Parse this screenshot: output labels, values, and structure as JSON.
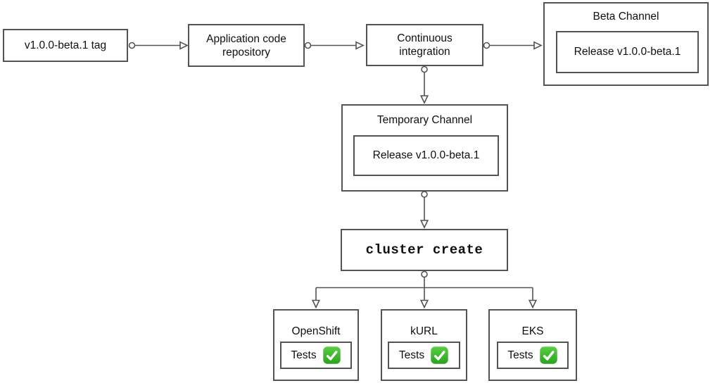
{
  "nodes": {
    "tag": {
      "label": "v1.0.0-beta.1 tag"
    },
    "repo": {
      "label": "Application code repository"
    },
    "ci": {
      "label": "Continuous integration"
    },
    "beta_channel": {
      "title": "Beta Channel",
      "release_label": "Release v1.0.0-beta.1"
    },
    "temporary_channel": {
      "title": "Temporary Channel",
      "release_label": "Release v1.0.0-beta.1"
    },
    "cluster_create": {
      "label": "cluster create"
    },
    "clusters": [
      {
        "title": "OpenShift",
        "tests_label": "Tests",
        "status_icon": "check-mark-button"
      },
      {
        "title": "kURL",
        "tests_label": "Tests",
        "status_icon": "check-mark-button"
      },
      {
        "title": "EKS",
        "tests_label": "Tests",
        "status_icon": "check-mark-button"
      }
    ]
  },
  "edges": [
    {
      "from": "tag",
      "to": "repo",
      "style": "circle-source, open-arrow"
    },
    {
      "from": "repo",
      "to": "ci",
      "style": "circle-source, open-arrow"
    },
    {
      "from": "ci",
      "to": "beta_channel",
      "style": "circle-source, open-arrow"
    },
    {
      "from": "ci",
      "to": "temporary_channel",
      "style": "circle-source, open-arrow"
    },
    {
      "from": "temporary_channel",
      "to": "cluster_create",
      "style": "circle-source, open-arrow"
    },
    {
      "from": "cluster_create",
      "to": "OpenShift",
      "style": "circle-source, open-arrow"
    },
    {
      "from": "cluster_create",
      "to": "kURL",
      "style": "circle-source, open-arrow"
    },
    {
      "from": "cluster_create",
      "to": "EKS",
      "style": "circle-source, open-arrow"
    }
  ],
  "colors": {
    "node_border": "#545454",
    "connector": "#545454",
    "text": "#0f0f0f",
    "check_green_top": "#5ace45",
    "check_green_bottom": "#2ba31e",
    "background": "#ffffff"
  }
}
